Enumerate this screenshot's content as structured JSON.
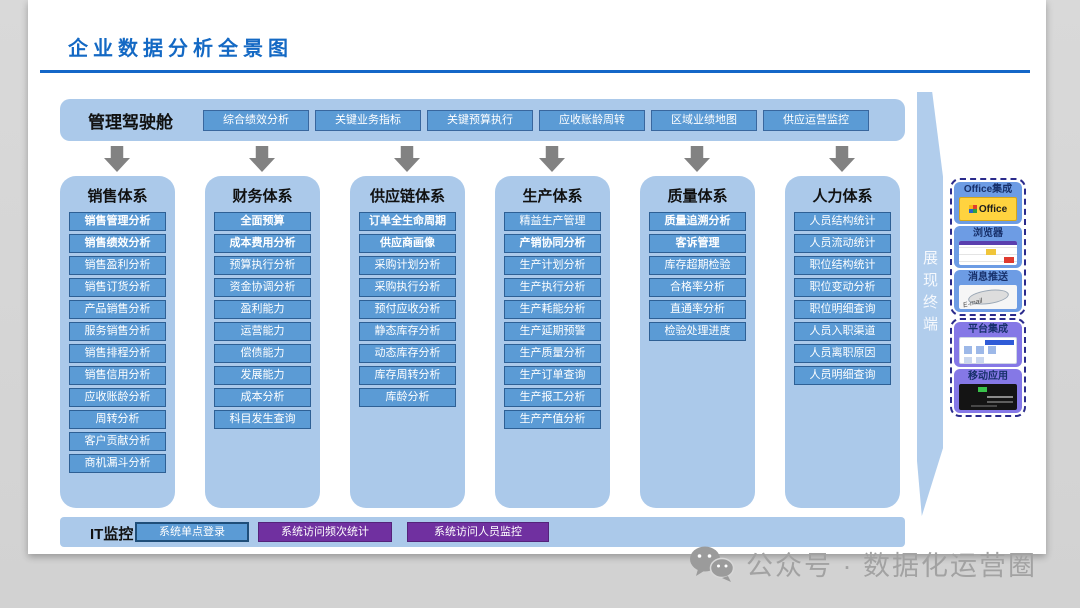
{
  "page": {
    "title": "企业数据分析全景图",
    "watermark": "公众号 · 数据化运营圈"
  },
  "colors": {
    "title_blue": "#1469c4",
    "panel_blue": "#abc9ea",
    "button_blue": "#5b9bd5",
    "button_purple": "#7030a0",
    "terminal_group_blue": "#6d9ce4",
    "terminal_group_purple": "#8578e6",
    "arrow_gray": "#828282"
  },
  "dashboard": {
    "label": "管理驾驶舱",
    "buttons": [
      "综合绩效分析",
      "关键业务指标",
      "关键预算执行",
      "应收账龄周转",
      "区域业绩地图",
      "供应运营监控"
    ]
  },
  "columns": [
    {
      "title": "销售体系",
      "items": [
        {
          "label": "销售管理分析",
          "bold": true
        },
        {
          "label": "销售绩效分析",
          "bold": true
        },
        {
          "label": "销售盈利分析",
          "bold": false
        },
        {
          "label": "销售订货分析",
          "bold": false
        },
        {
          "label": "产品销售分析",
          "bold": false
        },
        {
          "label": "服务销售分析",
          "bold": false
        },
        {
          "label": "销售排程分析",
          "bold": false
        },
        {
          "label": "销售信用分析",
          "bold": false
        },
        {
          "label": "应收账龄分析",
          "bold": false
        },
        {
          "label": "周转分析",
          "bold": false
        },
        {
          "label": "客户贡献分析",
          "bold": false
        },
        {
          "label": "商机漏斗分析",
          "bold": false
        }
      ]
    },
    {
      "title": "财务体系",
      "items": [
        {
          "label": "全面预算",
          "bold": true
        },
        {
          "label": "成本费用分析",
          "bold": true
        },
        {
          "label": "预算执行分析",
          "bold": false
        },
        {
          "label": "资金协调分析",
          "bold": false
        },
        {
          "label": "盈利能力",
          "bold": false
        },
        {
          "label": "运营能力",
          "bold": false
        },
        {
          "label": "偿债能力",
          "bold": false
        },
        {
          "label": "发展能力",
          "bold": false
        },
        {
          "label": "成本分析",
          "bold": false
        },
        {
          "label": "科目发生查询",
          "bold": false
        }
      ]
    },
    {
      "title": "供应链体系",
      "items": [
        {
          "label": "订单全生命周期",
          "bold": true
        },
        {
          "label": "供应商画像",
          "bold": true
        },
        {
          "label": "采购计划分析",
          "bold": false
        },
        {
          "label": "采购执行分析",
          "bold": false
        },
        {
          "label": "预付应收分析",
          "bold": false
        },
        {
          "label": "静态库存分析",
          "bold": false
        },
        {
          "label": "动态库存分析",
          "bold": false
        },
        {
          "label": "库存周转分析",
          "bold": false
        },
        {
          "label": "库龄分析",
          "bold": false
        }
      ]
    },
    {
      "title": "生产体系",
      "items": [
        {
          "label": "精益生产管理",
          "bold": false
        },
        {
          "label": "产销协同分析",
          "bold": true
        },
        {
          "label": "生产计划分析",
          "bold": false
        },
        {
          "label": "生产执行分析",
          "bold": false
        },
        {
          "label": "生产耗能分析",
          "bold": false
        },
        {
          "label": "生产延期预警",
          "bold": false
        },
        {
          "label": "生产质量分析",
          "bold": false
        },
        {
          "label": "生产订单查询",
          "bold": false
        },
        {
          "label": "生产报工分析",
          "bold": false
        },
        {
          "label": "生产产值分析",
          "bold": false
        }
      ]
    },
    {
      "title": "质量体系",
      "items": [
        {
          "label": "质量追溯分析",
          "bold": true
        },
        {
          "label": "客诉管理",
          "bold": true
        },
        {
          "label": "库存超期检验",
          "bold": false
        },
        {
          "label": "合格率分析",
          "bold": false
        },
        {
          "label": "直通率分析",
          "bold": false
        },
        {
          "label": "检验处理进度",
          "bold": false
        }
      ]
    },
    {
      "title": "人力体系",
      "items": [
        {
          "label": "人员结构统计",
          "bold": false
        },
        {
          "label": "人员流动统计",
          "bold": false
        },
        {
          "label": "职位结构统计",
          "bold": false
        },
        {
          "label": "职位变动分析",
          "bold": false
        },
        {
          "label": "职位明细查询",
          "bold": false
        },
        {
          "label": "人员入职渠道",
          "bold": false
        },
        {
          "label": "人员离职原因",
          "bold": false
        },
        {
          "label": "人员明细查询",
          "bold": false
        }
      ]
    }
  ],
  "display_terminal": {
    "label": "展现终端",
    "groups": [
      {
        "theme": "blue",
        "items": [
          {
            "label": "Office集成",
            "icon": "office-logo",
            "icon_text": "Office"
          },
          {
            "label": "浏览器",
            "icon": "browser-screenshot",
            "icon_text": ""
          },
          {
            "label": "消息推送",
            "icon": "email-disc",
            "icon_text": "E-mail"
          }
        ]
      },
      {
        "theme": "purple",
        "items": [
          {
            "label": "平台集成",
            "icon": "platform-screenshot",
            "icon_text": ""
          },
          {
            "label": "移动应用",
            "icon": "mobile-screenshot",
            "icon_text": ""
          }
        ]
      }
    ]
  },
  "it_monitor": {
    "label": "IT监控",
    "buttons": [
      {
        "label": "系统单点登录",
        "color": "blue"
      },
      {
        "label": "系统访问频次统计",
        "color": "purple"
      },
      {
        "label": "系统访问人员监控",
        "color": "purple"
      }
    ]
  }
}
